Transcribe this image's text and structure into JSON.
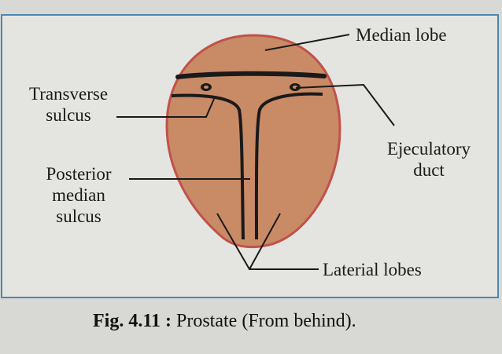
{
  "figure": {
    "labels": {
      "median_lobe": "Median lobe",
      "transverse_1": "Transverse",
      "transverse_2": "sulcus",
      "ejaculatory_1": "Ejeculatory",
      "ejaculatory_2": "duct",
      "posterior_1": "Posterior",
      "posterior_2": "median",
      "posterior_3": "sulcus",
      "lateral_lobes": "Laterial lobes"
    },
    "caption_number": "Fig. 4.11 :",
    "caption_text": "Prostate (From behind).",
    "colors": {
      "gland_fill": "#c98a66",
      "gland_outline": "#c0524a",
      "frame_border": "#4d87b3",
      "line": "#1a1a1a"
    }
  }
}
